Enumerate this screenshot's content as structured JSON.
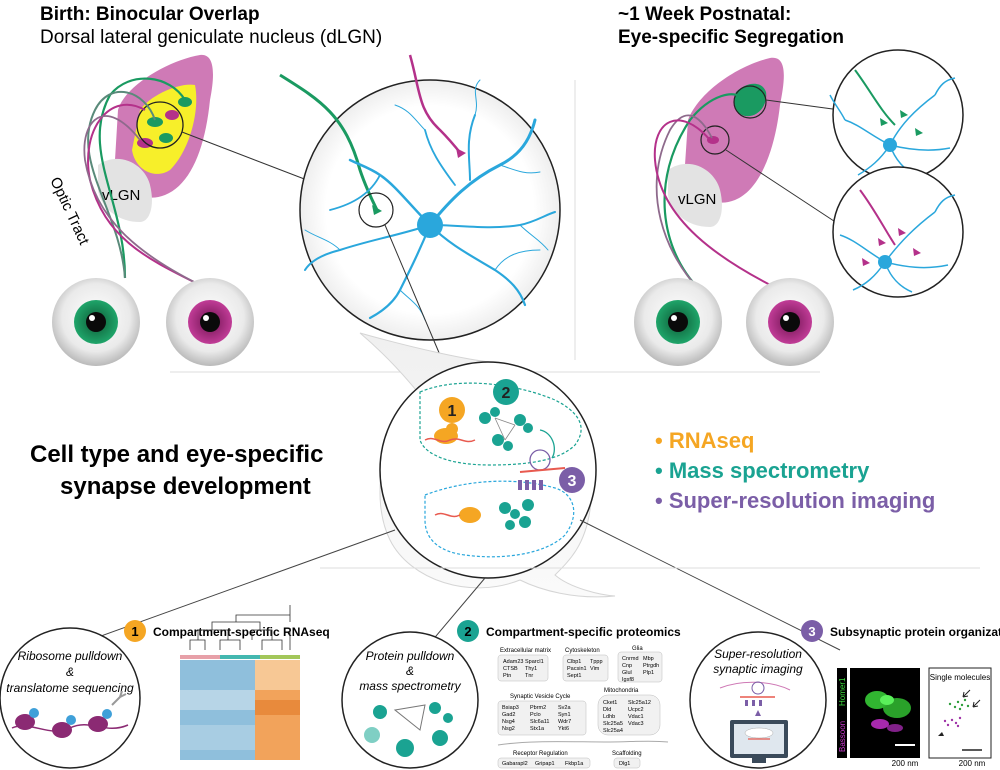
{
  "top_left": {
    "title": "Birth: Binocular Overlap",
    "subtitle": "Dorsal lateral geniculate nucleus (dLGN)",
    "vlgn": "vLGN",
    "optic_tract": "Optic Tract"
  },
  "top_right": {
    "title_line1": "~1 Week Postnatal:",
    "title_line2": "Eye-specific Segregation",
    "vlgn": "vLGN"
  },
  "middle": {
    "heading_line1": "Cell type and eye-specific",
    "heading_line2": "synapse development",
    "markers": [
      "1",
      "2",
      "3"
    ]
  },
  "legend": {
    "items": [
      {
        "label": "• RNAseq",
        "color": "#f5a623"
      },
      {
        "label": "• Mass spectrometry",
        "color": "#1aa392"
      },
      {
        "label": "• Super-resolution imaging",
        "color": "#7b5ea7"
      }
    ]
  },
  "panel1": {
    "number": "1",
    "title": "Compartment-specific RNAseq",
    "circle_line1": "Ribosome pulldown",
    "circle_line2": "&",
    "circle_line3": "translatome sequencing"
  },
  "panel2": {
    "number": "2",
    "title": "Compartment-specific proteomics",
    "circle_line1": "Protein pulldown",
    "circle_line2": "&",
    "circle_line3": "mass spectrometry",
    "groups": [
      {
        "name": "Extracellular matrix",
        "genes": [
          "Adam23",
          "Sparcl1",
          "CTSB",
          "Thy1",
          "Ptn",
          "Tnr"
        ]
      },
      {
        "name": "Cytoskeleton",
        "genes": [
          "Clbp1",
          "Tppp",
          "Pacsin1",
          "Vim",
          "Sept1"
        ]
      },
      {
        "name": "Glia",
        "genes": [
          "Cnrmd",
          "Mbp",
          "Cnp",
          "Ptrgdh",
          "Glul",
          "Plp1",
          "Igsf8"
        ]
      },
      {
        "name": "Synaptic Vesicle Cycle",
        "genes": [
          "Bsiap3",
          "Pbrm2",
          "Sv2a",
          "Gad2",
          "Pclo",
          "Syn1",
          "Nsg4",
          "Slc6a11",
          "Wdr7",
          "Nsg2",
          "Stx1a",
          "Ykt6"
        ]
      },
      {
        "name": "Mitochondria",
        "genes": [
          "Cket1",
          "Slc25a12",
          "Dld",
          "Ucpc2",
          "Ldhb",
          "Vdac1",
          "Slc25a5",
          "Vdac3",
          "Slc25a4"
        ]
      },
      {
        "name": "Receptor Regulation",
        "genes": [
          "Gabarapl2",
          "Gripap1",
          "Fkbp1a"
        ]
      },
      {
        "name": "Scaffolding",
        "genes": [
          "Dlg1"
        ]
      }
    ]
  },
  "panel3": {
    "number": "3",
    "title": "Subsynaptic protein organization",
    "circle_line1": "Super-resolution",
    "circle_line2": "synaptic imaging",
    "channel_top": "Homer1",
    "channel_bottom": "Bassoon",
    "scale1": "200 nm",
    "inset_title": "Single molecules",
    "scale2": "200 nm"
  },
  "colors": {
    "dlgn_pink": "#cf7ab6",
    "overlap_yellow": "#f7ef2a",
    "retina_green": "#1a9a61",
    "retina_magenta": "#b4318a",
    "neuron_blue": "#2aa7dc",
    "rnaseq_orange": "#f5a623",
    "ms_teal": "#1aa392",
    "sr_purple": "#7b5ea7"
  }
}
